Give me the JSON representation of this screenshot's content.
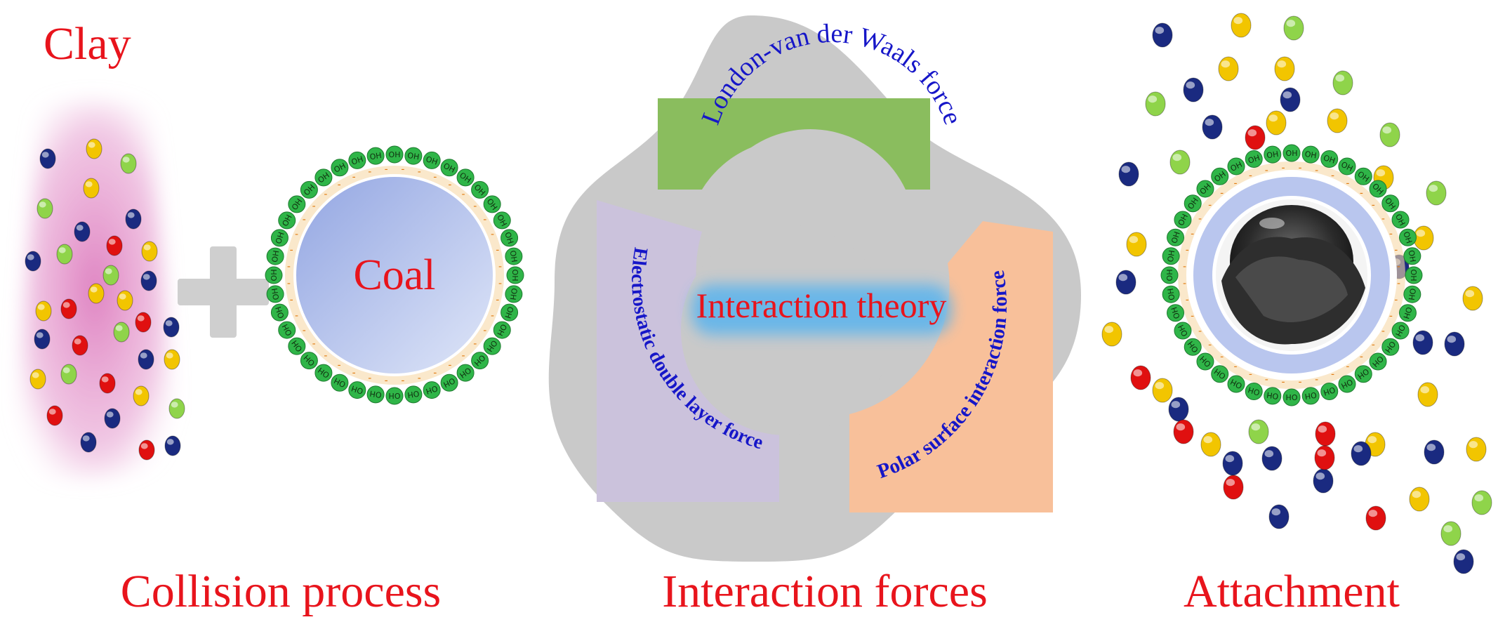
{
  "labels": {
    "clay": "Clay",
    "coal": "Coal",
    "collision": "Collision process",
    "interaction_forces": "Interaction forces",
    "attachment": "Attachment",
    "theory": "Interaction theory",
    "london": "London-van der Waals force",
    "electrostatic": "Electrostatic double layer force",
    "polar": "Polar surface interaction force",
    "oh": "OH",
    "charge": "-"
  },
  "colors": {
    "title_red": "#e8141c",
    "force_blue": "#1616c8",
    "particle_red": "#e01010",
    "particle_blue": "#1a2a80",
    "particle_yellow": "#f2c500",
    "particle_green": "#8fd44a",
    "oh_green": "#2fb548",
    "london_green": "#8abd5e",
    "electrostatic_purple": "#cbc2dc",
    "polar_orange": "#f8c09a",
    "rhombus_gray": "#c9c9c9",
    "plus_gray": "#cfcfcf",
    "clay_pink": "#d873b8",
    "coal_blue": "#a4b4e6"
  },
  "icons": [
    "plus-icon",
    "floc-photo-icon"
  ]
}
